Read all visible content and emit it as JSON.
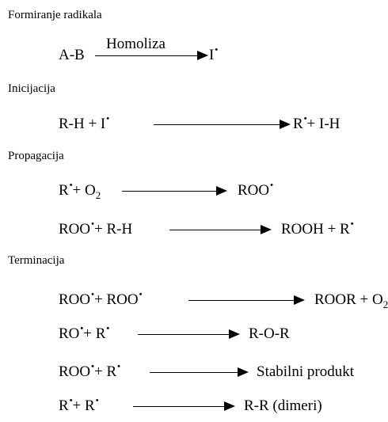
{
  "sections": {
    "formiranje": {
      "title": "Formiranje radikala",
      "eq1": {
        "left": "A-B",
        "arrow_label": "Homoliza",
        "right": "I"
      }
    },
    "inicijacija": {
      "title": "Inicijacija",
      "eq1": {
        "left_a": "R-H + I",
        "right_a": "R",
        "right_b": "+ I-H"
      }
    },
    "propagacija": {
      "title": "Propagacija",
      "eq1": {
        "left_a": "R",
        "left_b": "+ O",
        "left_sub": "2",
        "right": "ROO"
      },
      "eq2": {
        "left_a": "ROO",
        "left_b": "+ R-H",
        "right_a": "ROOH + R"
      }
    },
    "terminacija": {
      "title": "Terminacija",
      "eq1": {
        "left_a": "ROO",
        "left_b": "+ ROO",
        "right_a": "ROOR + O",
        "right_sub": "2"
      },
      "eq2": {
        "left_a": "RO",
        "left_b": "+ R",
        "right": "R-O-R"
      },
      "eq3": {
        "left_a": "ROO",
        "left_b": "+ R",
        "right": "Stabilni produkt"
      },
      "eq4": {
        "left_a": "R",
        "left_b": "+ R",
        "right": "R-R (dimeri)"
      }
    }
  }
}
